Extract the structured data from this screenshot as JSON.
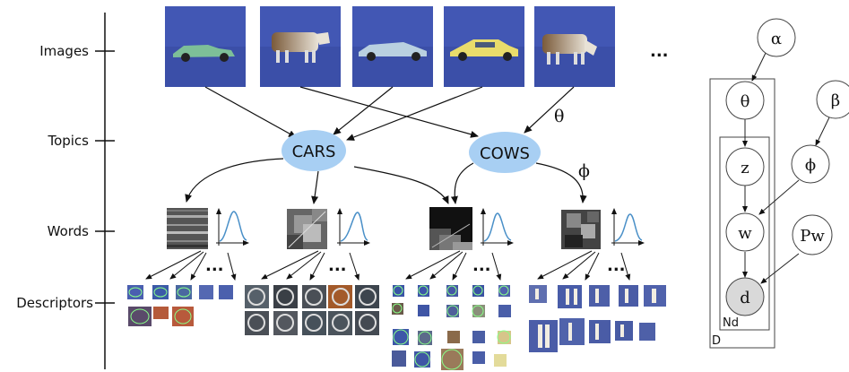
{
  "levels": {
    "images": "Images",
    "topics": "Topics",
    "words": "Words",
    "descriptors": "Descriptors"
  },
  "images": [
    {
      "subject": "car",
      "car_color": "#7dbf98"
    },
    {
      "subject": "cow"
    },
    {
      "subject": "car",
      "car_color": "#b9d0e0"
    },
    {
      "subject": "car",
      "car_color": "#e9dc6b"
    },
    {
      "subject": "cow"
    }
  ],
  "image_ellipsis": "...",
  "topics": [
    "CARS",
    "COWS"
  ],
  "theta_label": "θ",
  "phi_label": "ϕ",
  "word_ellipsis": "...",
  "graphical_model": {
    "nodes": [
      "α",
      "θ",
      "β",
      "z",
      "ϕ",
      "w",
      "Pw",
      "d"
    ],
    "plates": [
      "Nd",
      "D"
    ]
  },
  "colors": {
    "topic_fill": "#a8cff3",
    "image_bg": "#3b4fa8",
    "observed_node": "#d9d9d9",
    "curve": "#4a90c8"
  }
}
